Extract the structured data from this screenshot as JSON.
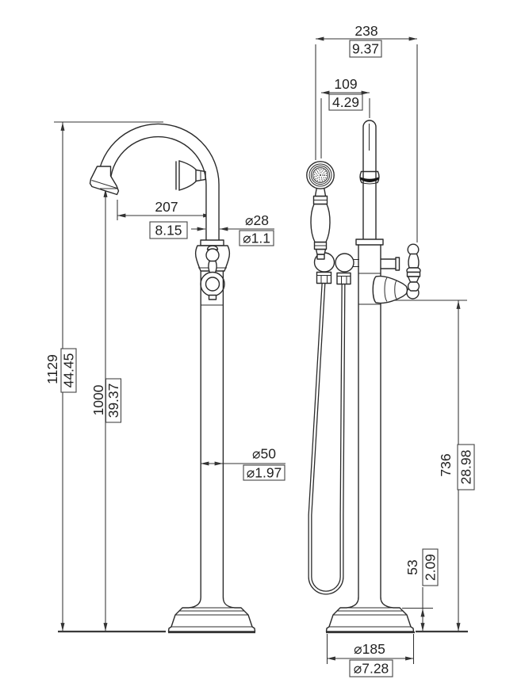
{
  "drawing": {
    "colors": {
      "line": "#2b2b2b",
      "dim": "#333333",
      "background": "#ffffff",
      "band": "#151515"
    },
    "dims": {
      "total_height": {
        "mm": "1129",
        "inch": "44.45"
      },
      "spout_height": {
        "mm": "1000",
        "inch": "39.37"
      },
      "spout_reach": {
        "mm": "207",
        "inch": "8.15"
      },
      "spout_pipe_dia": {
        "mm": "⌀28",
        "inch": "⌀1.1"
      },
      "column_dia": {
        "mm": "⌀50",
        "inch": "⌀1.97"
      },
      "overall_width": {
        "mm": "238",
        "inch": "9.37"
      },
      "handshower_offset": {
        "mm": "109",
        "inch": "4.29"
      },
      "handle_height": {
        "mm": "736",
        "inch": "28.98"
      },
      "base_height": {
        "mm": "53",
        "inch": "2.09"
      },
      "base_dia": {
        "mm": "⌀185",
        "inch": "⌀7.28"
      }
    }
  }
}
